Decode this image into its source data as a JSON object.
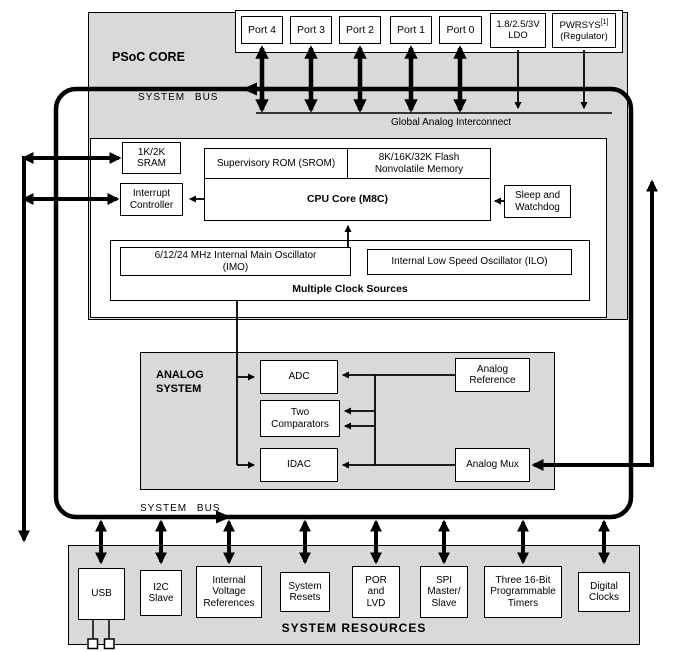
{
  "colors": {
    "region_gray": "#d9d9d9",
    "line_black": "#000000",
    "box_white": "#ffffff"
  },
  "ports": [
    "Port 4",
    "Port 3",
    "Port 2",
    "Port 1",
    "Port 0"
  ],
  "power": {
    "ldo": [
      "1.8/2.5/3V",
      "LDO"
    ],
    "pwrsys": {
      "name": "PWRSYS",
      "sup": "[1]",
      "line2": "(Regulator)"
    }
  },
  "core": {
    "label": "PSoC CORE",
    "bus_top": "SYSTEM BUS",
    "gai": "Global Analog Interconnect",
    "sram": [
      "1K/2K",
      "SRAM"
    ],
    "interrupt": [
      "Interrupt",
      "Controller"
    ],
    "srom": "Supervisory ROM (SROM)",
    "flash": [
      "8K/16K/32K Flash",
      "Nonvolatile Memory"
    ],
    "cpu": "CPU Core (M8C)",
    "sleep": [
      "Sleep and",
      "Watchdog"
    ],
    "imo": [
      "6/12/24 MHz Internal Main Oscillator",
      "(IMO)"
    ],
    "ilo": "Internal Low Speed Oscillator (ILO)",
    "clocks_label": "Multiple Clock Sources"
  },
  "analog": {
    "label": [
      "ANALOG",
      "SYSTEM"
    ],
    "adc": "ADC",
    "comparators": [
      "Two",
      "Comparators"
    ],
    "idac": "IDAC",
    "reference": [
      "Analog",
      "Reference"
    ],
    "mux": "Analog Mux"
  },
  "bus_bottom": "SYSTEM BUS",
  "resources": {
    "label": "SYSTEM RESOURCES",
    "items": [
      {
        "name": "usb",
        "lines": [
          "USB"
        ]
      },
      {
        "name": "i2c-slave",
        "lines": [
          "I2C",
          "Slave"
        ]
      },
      {
        "name": "internal-voltage-references",
        "lines": [
          "Internal",
          "Voltage",
          "References"
        ]
      },
      {
        "name": "system-resets",
        "lines": [
          "System",
          "Resets"
        ]
      },
      {
        "name": "por-lvd",
        "lines": [
          "POR",
          "and",
          "LVD"
        ]
      },
      {
        "name": "spi-master-slave",
        "lines": [
          "SPI",
          "Master/",
          "Slave"
        ]
      },
      {
        "name": "programmable-timers",
        "lines": [
          "Three 16-Bit",
          "Programmable",
          "Timers"
        ]
      },
      {
        "name": "digital-clocks",
        "lines": [
          "Digital",
          "Clocks"
        ]
      }
    ]
  }
}
